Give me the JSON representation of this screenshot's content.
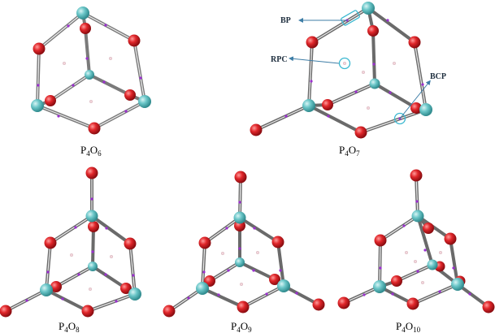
{
  "molecules": [
    {
      "id": "p4o6",
      "label_main": "P",
      "label_sub1": "4",
      "label_mid": "O",
      "label_sub2": "6"
    },
    {
      "id": "p4o7",
      "label_main": "P",
      "label_sub1": "4",
      "label_mid": "O",
      "label_sub2": "7"
    },
    {
      "id": "p4o8",
      "label_main": "P",
      "label_sub1": "4",
      "label_mid": "O",
      "label_sub2": "8"
    },
    {
      "id": "p4o9",
      "label_main": "P",
      "label_sub1": "4",
      "label_mid": "O",
      "label_sub2": "9"
    },
    {
      "id": "p4o10",
      "label_main": "P",
      "label_sub1": "4",
      "label_mid": "O",
      "label_sub2": "10"
    }
  ],
  "annotations": {
    "bp": "BP",
    "rpc": "RPC",
    "bcp": "BCP"
  },
  "colors": {
    "phosphorus": "#6cc7c9",
    "oxygen": "#e0262a",
    "bond": "#8a8a8a",
    "bcp": "#9b2fcf",
    "rcp": "#f3d6dc",
    "annotation_line": "#3d7da6",
    "highlight_circle": "#3bb8d0"
  }
}
